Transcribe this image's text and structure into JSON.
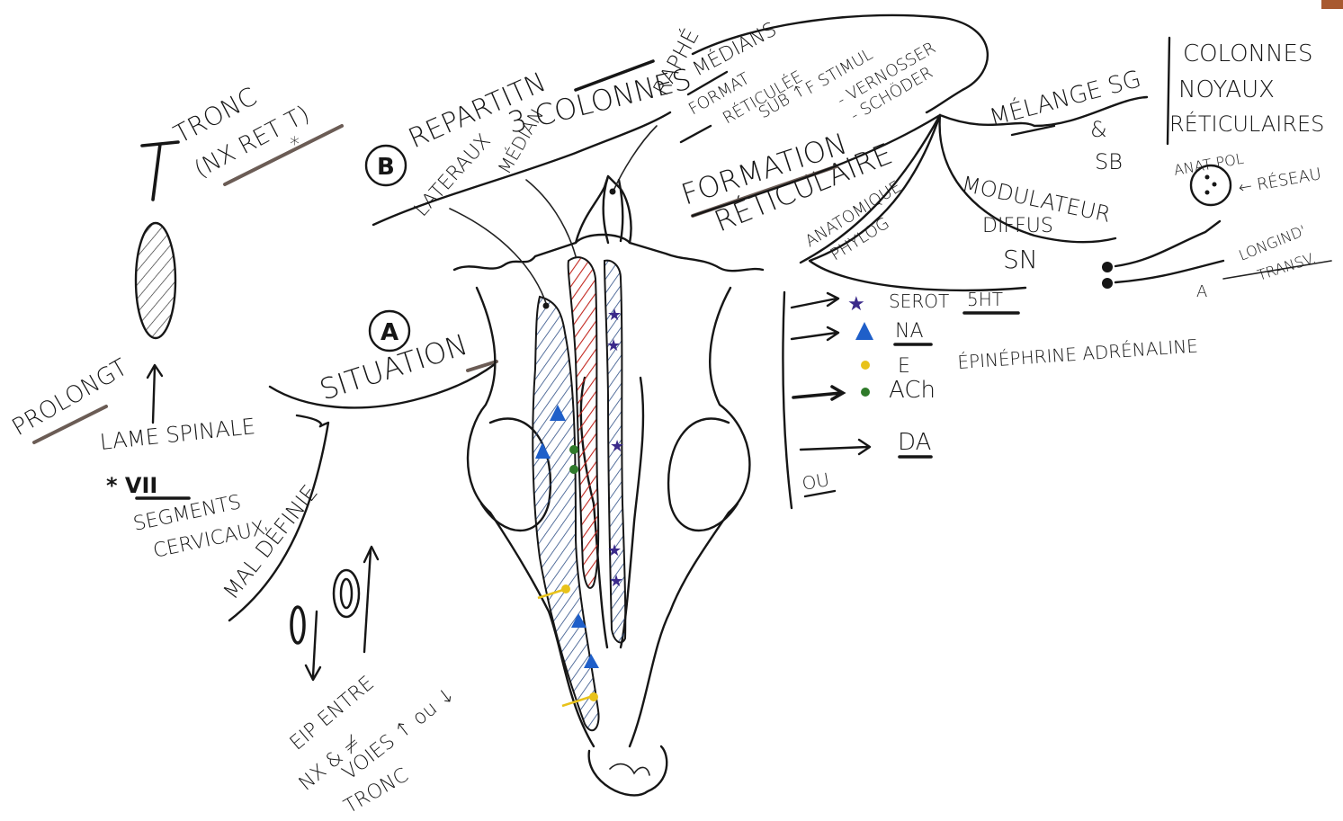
{
  "labels": {
    "tronc_line1": "TRONC",
    "tronc_line2": "(NX RET T)",
    "star_mark": "*",
    "prolongt": "PROLONGT",
    "lame_spinale": "LAME SPINALE",
    "vii_star": "* VII",
    "segments": "SEGMENTS",
    "cervicaux": "CERVICAUX",
    "repartition_letter": "B",
    "repartition": "REPARTITN",
    "trois_colonnes": "3 COLONNES",
    "lateraux": "LATERAUX",
    "median": "MÉDIAN",
    "situation_letter": "A",
    "situation": "SITUATION",
    "mal_definie": "MAL DÉFINIE",
    "eip_line1": "EIP ENTRE",
    "eip_line2": "NX & ≠",
    "eip_line3": "VOIES ↑ ou ↓",
    "eip_line4": "TRONC",
    "raphe": "RAPHÉ",
    "medians": "MÉDIANS",
    "format_line1": "FORMAT",
    "format_line2": "RÉTICULÉE",
    "format_line3": "SUB ↑",
    "stim_line1": "F STIMUL",
    "stim_line2": "- VERNOSSER",
    "stim_line3": "- SCHÖDER",
    "formation": "FORMATION",
    "reticulaire": "RÉTICULAIRE",
    "anat_phylo_1": "ANATOMIQUE",
    "anat_phylo_2": "PHYLOG",
    "melange_sg": "MÉLANGE SG",
    "et_sb_1": "&",
    "et_sb_2": "SB",
    "modulateur": "MODULATEUR",
    "diffus": "DIFFUS",
    "sn": "SN",
    "colonnes": "COLONNES",
    "noyaux": "NOYAUX",
    "reticulaires": "RÉTICULAIRES",
    "anat_pol": "ANAT POL",
    "reseau": "← RÉSEAU",
    "longitud": "LONGIND'",
    "transv": "TRANSV.",
    "a_mark": "A",
    "ou": "OU"
  },
  "legend": [
    {
      "label": "SEROT",
      "extra": "5HT",
      "color": "#3b2a8a",
      "shape": "star"
    },
    {
      "label": "NA",
      "extra": "",
      "color": "#1f5fc9",
      "shape": "triangle"
    },
    {
      "label": "E",
      "extra": "ÉPINÉPHRINE ADRÉNALINE",
      "color": "#e8c21a",
      "shape": "dot"
    },
    {
      "label": "ACh",
      "extra": "",
      "color": "#2f7a2a",
      "shape": "dot"
    },
    {
      "label": "DA",
      "extra": "",
      "color": "#161616",
      "shape": "none"
    }
  ],
  "colors": {
    "ink": "#161616",
    "serotonin": "#3b2a8a",
    "noradrenaline": "#1f5fc9",
    "adrenaline": "#e8c21a",
    "acetylcholine": "#2f7a2a",
    "raphe_hatch": "#c2271f",
    "lateral_hatch": "#2e4f86",
    "grey_ink": "#6b5c55"
  }
}
